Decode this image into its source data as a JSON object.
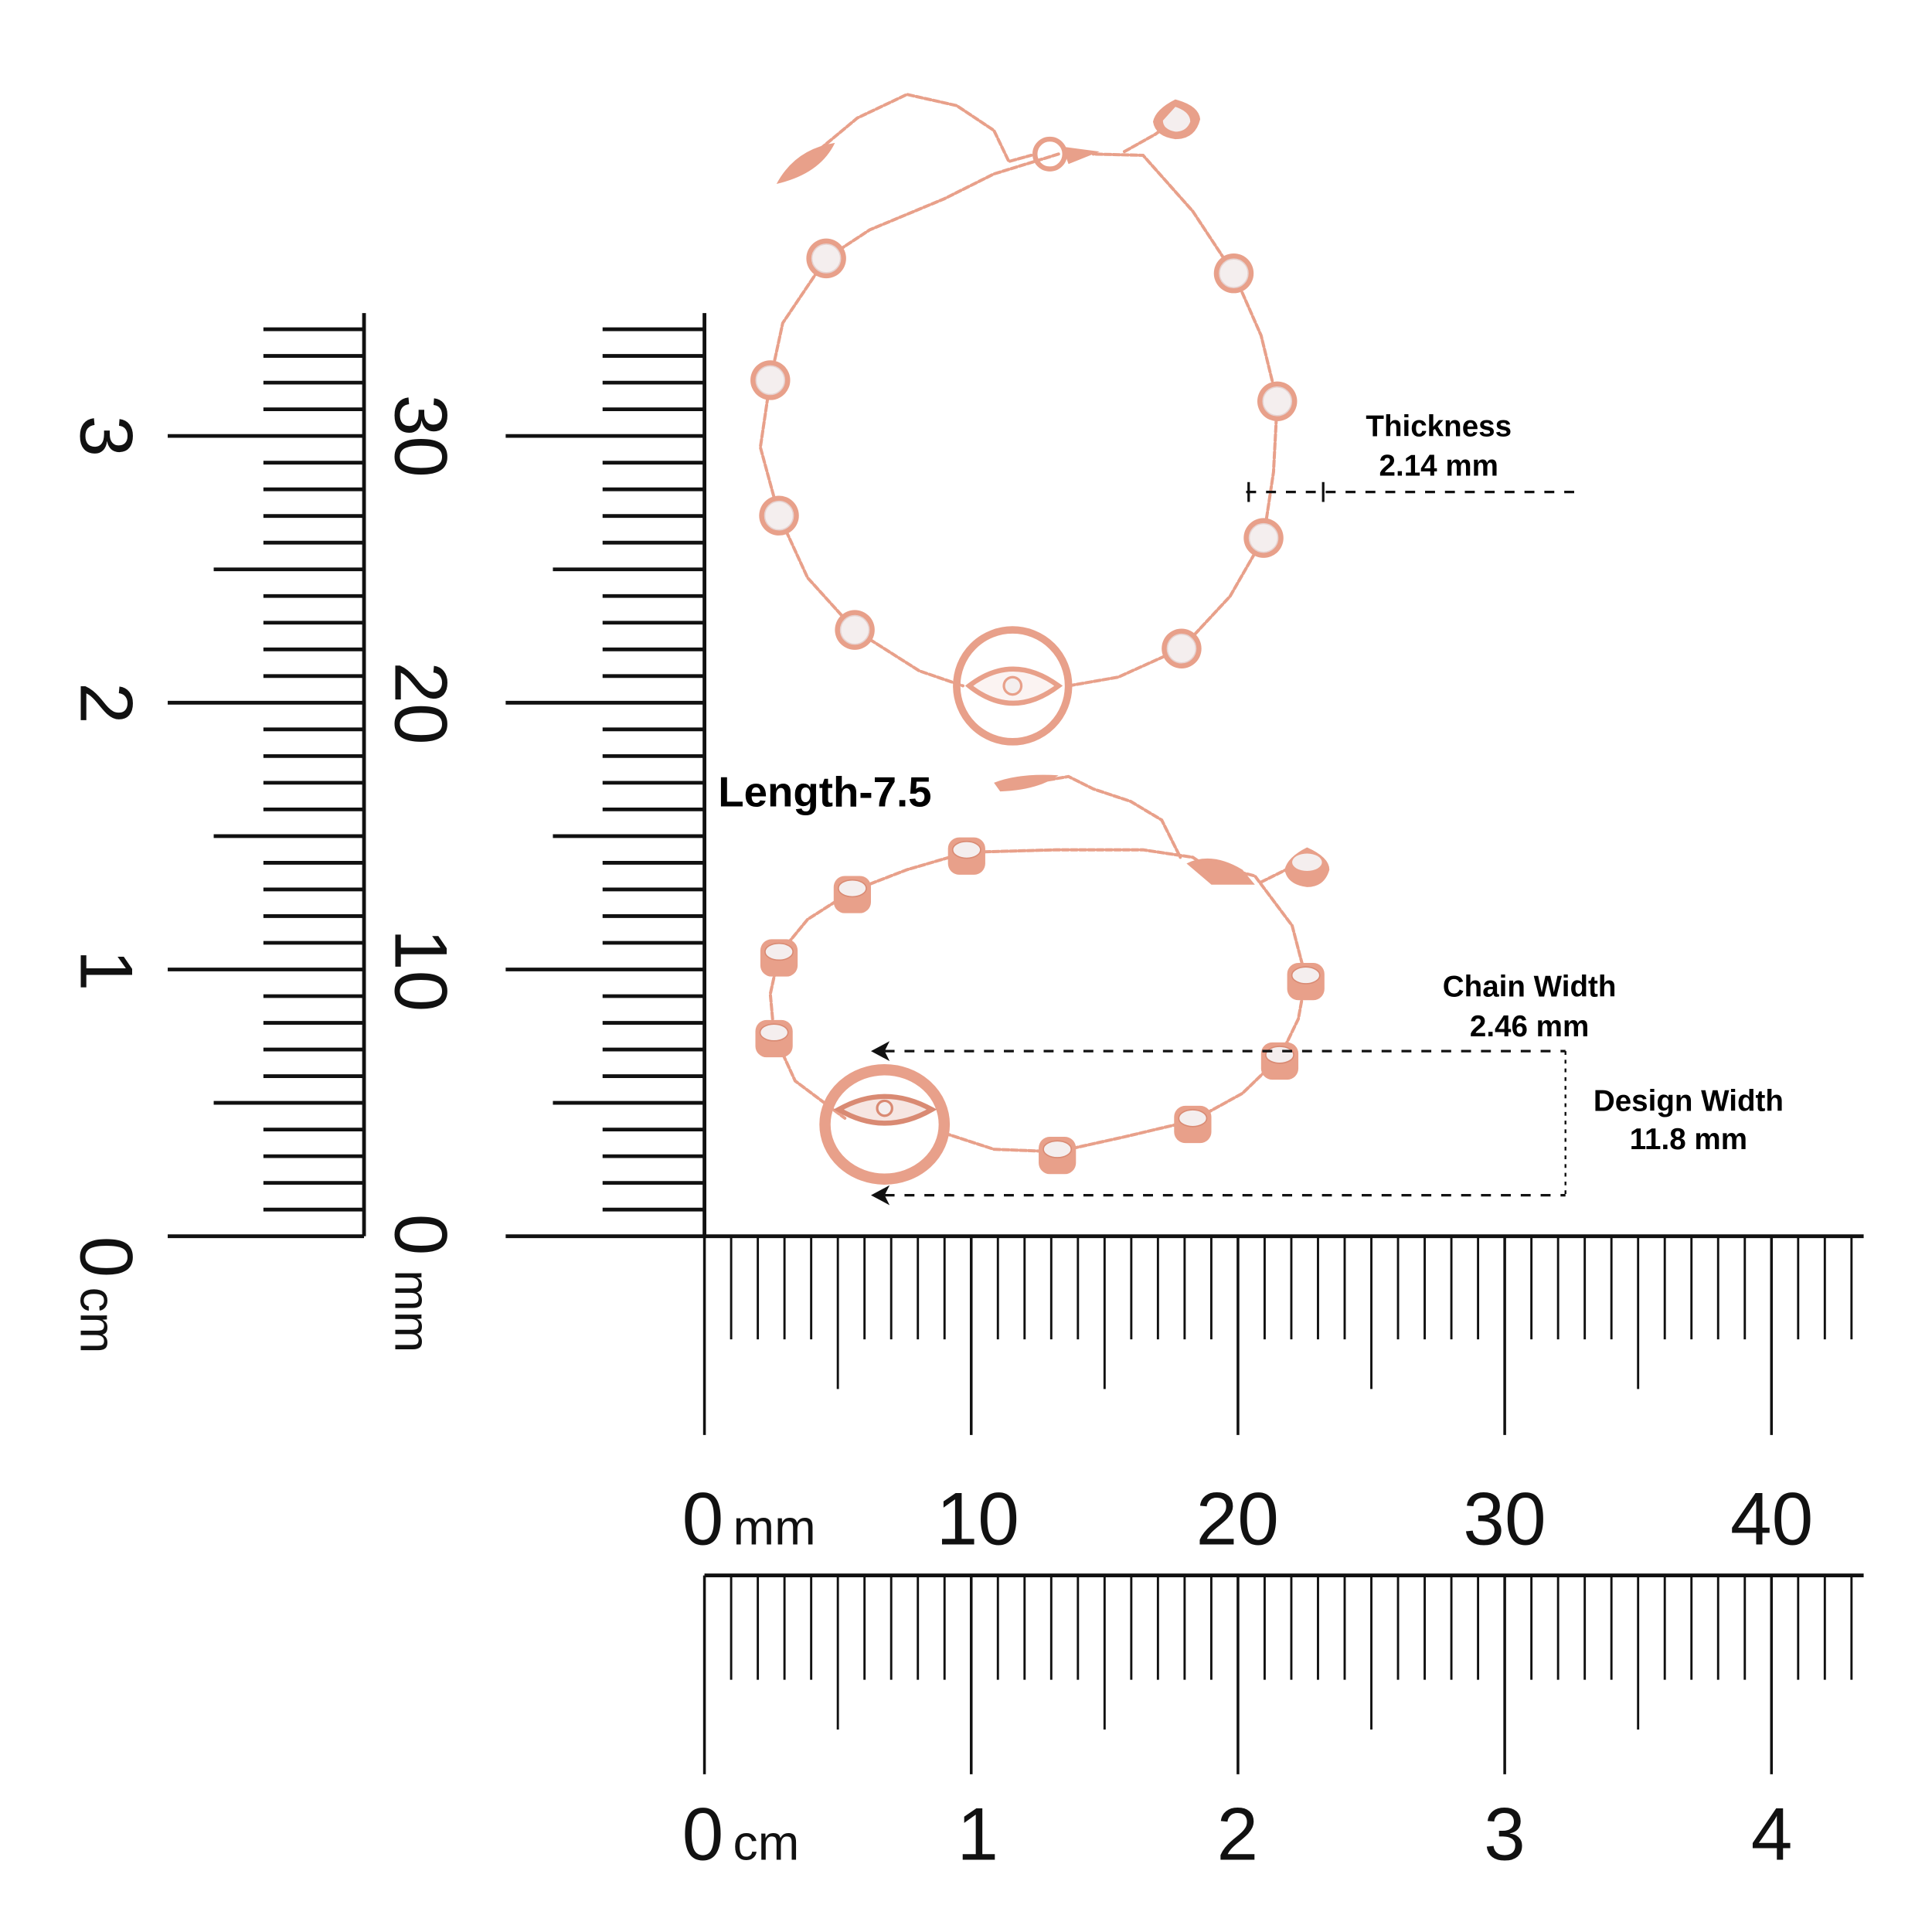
{
  "colors": {
    "rose_gold": "#e8a08a",
    "rose_dark": "#d98a73",
    "stone": "#f4eeee",
    "ink": "#111111"
  },
  "rulers": {
    "horizontal_mm": {
      "labels": [
        "0",
        "10",
        "20",
        "30",
        "40"
      ],
      "unit": "mm",
      "max_mm": 43
    },
    "horizontal_cm": {
      "labels": [
        "0",
        "1",
        "2",
        "3",
        "4"
      ],
      "unit": "cm",
      "max_mm": 43
    },
    "vertical_cm": {
      "labels": [
        "0",
        "1",
        "2",
        "3"
      ],
      "unit": "cm",
      "max_mm": 34
    },
    "vertical_mm": {
      "labels": [
        "0",
        "10",
        "20",
        "30"
      ],
      "unit": "mm",
      "max_mm": 34
    }
  },
  "annotations": {
    "length": "Length-7.5",
    "thickness_label": "Thickness",
    "thickness_value": "2.14 mm",
    "chain_width_label": "Chain Width",
    "chain_width_value": "2.46 mm",
    "design_width_label": "Design Width",
    "design_width_value": "11.8 mm"
  }
}
